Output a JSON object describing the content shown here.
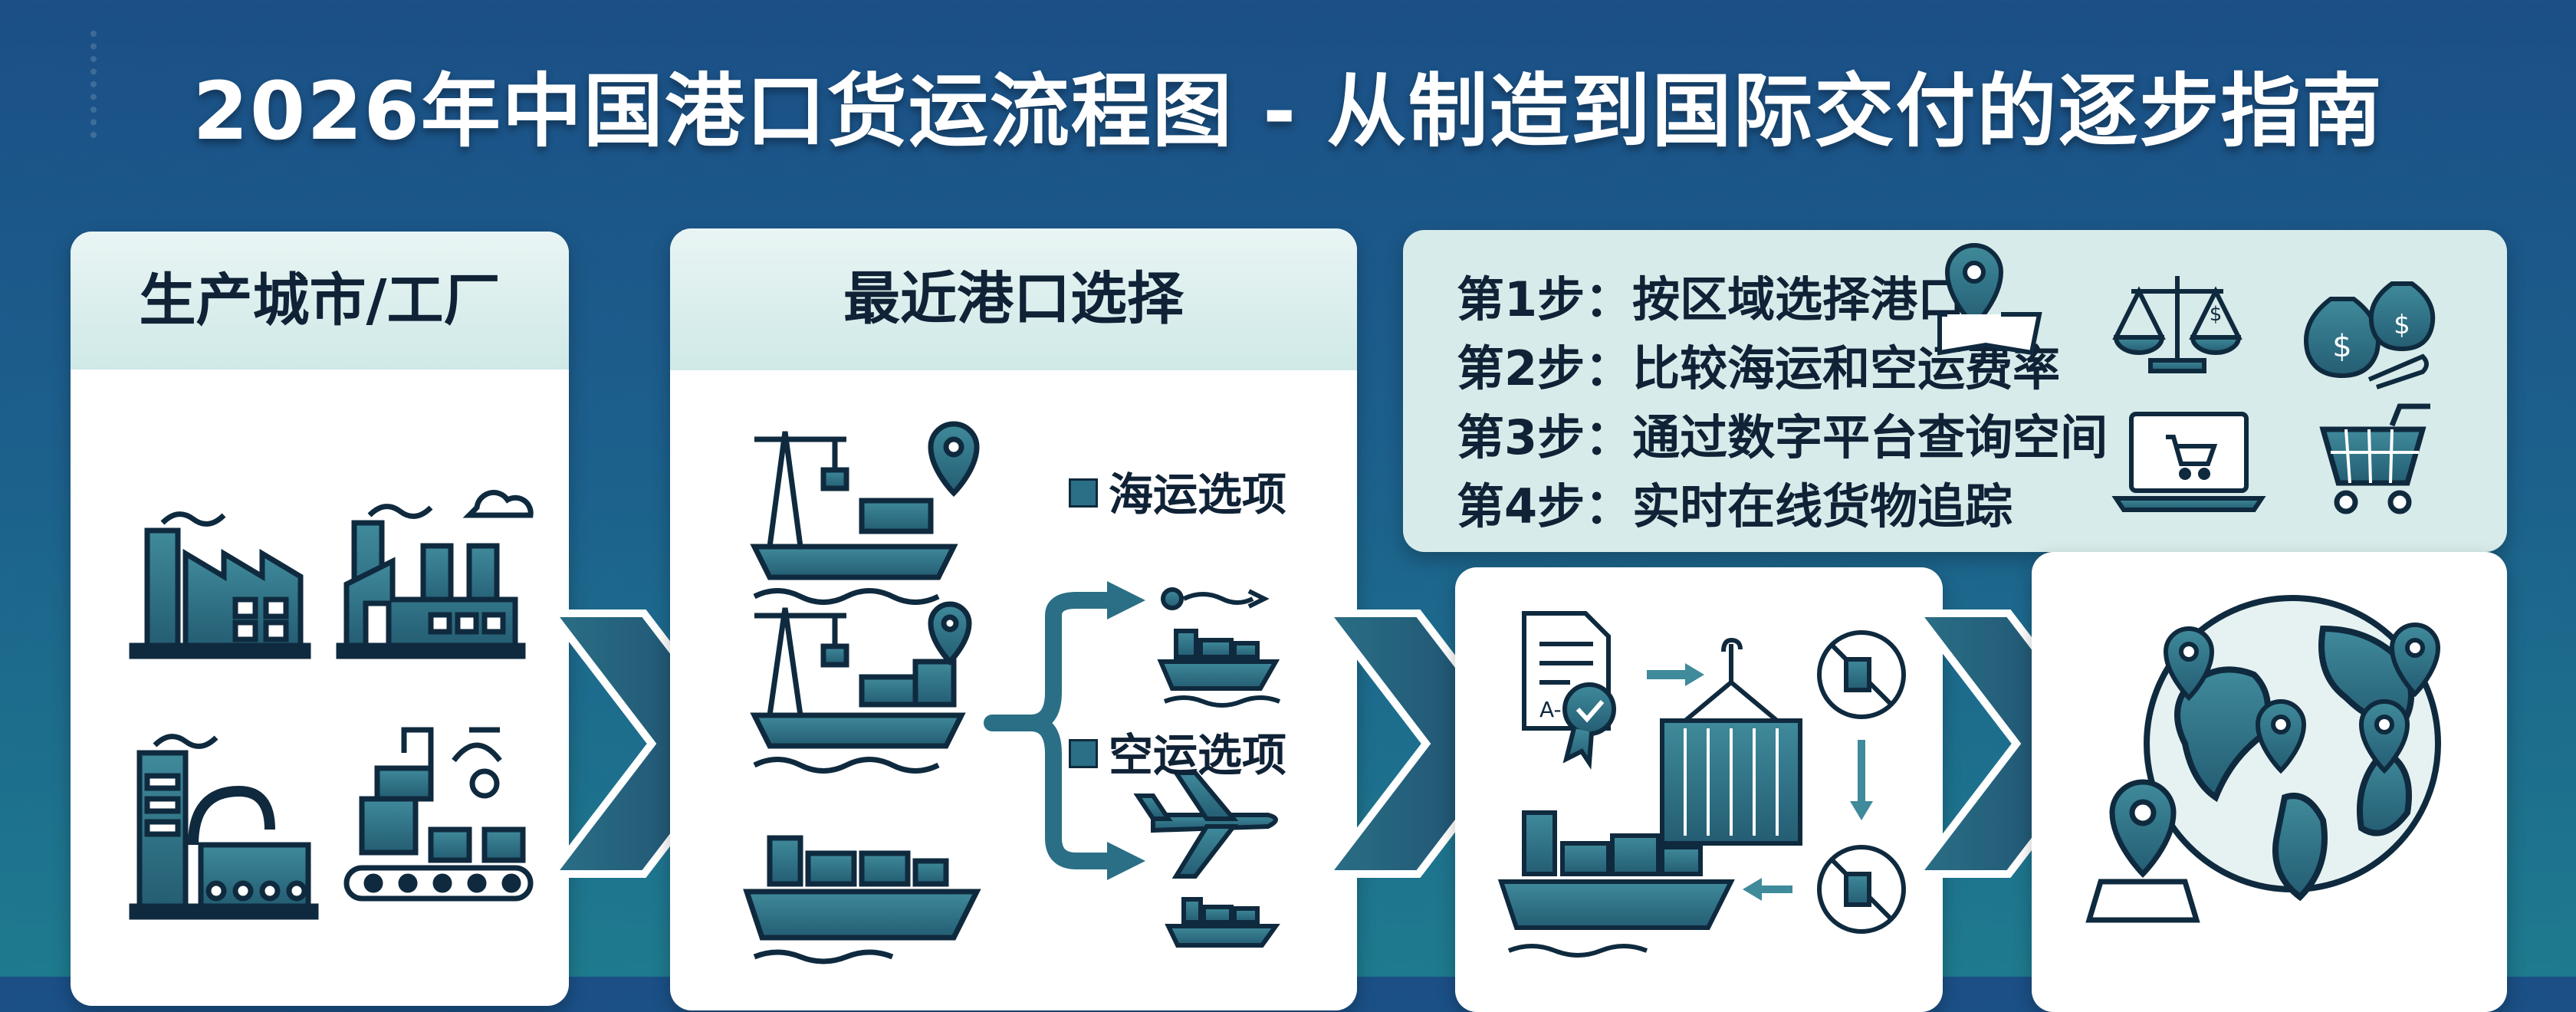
{
  "title": "2026年中国港口货运流程图 - 从制造到国际交付的逐步指南",
  "panels": {
    "factory": {
      "heading": "生产城市/工厂"
    },
    "port": {
      "heading": "最近港口选择"
    }
  },
  "options": {
    "sea": "海运选项",
    "air": "空运选项"
  },
  "steps": [
    "第1步：按区域选择港口",
    "第2步：比较海运和空运费率",
    "第3步：通过数字平台查询空间",
    "第4步：实时在线货物追踪"
  ],
  "colors": {
    "primary": "#2a6f85",
    "dark": "#0f2a3e",
    "teal_light": "#cfe9e7",
    "panel": "#ffffff"
  },
  "icons": [
    "factory-icon",
    "crane-port-icon",
    "map-pin-icon",
    "container-ship-icon",
    "airplane-icon",
    "document-certificate-icon",
    "crane-container-icon",
    "customs-stamp-icon",
    "balance-scale-icon",
    "money-bag-icon",
    "laptop-cart-icon",
    "shopping-cart-icon",
    "globe-icon",
    "folded-map-icon"
  ]
}
